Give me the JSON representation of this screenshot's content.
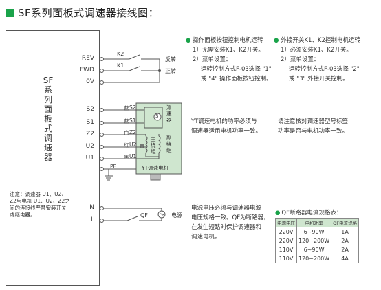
{
  "title": "SF系列面板式调速器接线图：",
  "controller": {
    "name": "SF系列面板式调速器",
    "note": "注意：调速器 U1、U2、Z2与电机 U1、U2、Z2之间的连接线严禁安装开关或继电器。"
  },
  "terminals": {
    "REV": "REV",
    "FWD": "FWD",
    "0V": "0V",
    "S2": "S2",
    "S1": "S1",
    "Z2": "Z2",
    "U2": "U2",
    "U1": "U1",
    "PE": "PE",
    "N": "N",
    "L": "L"
  },
  "wiring": {
    "k2": "K2",
    "k1": "K1",
    "reverse": "反转",
    "forward": "正转",
    "blue1": "蓝",
    "blue2": "蓝",
    "white": "白",
    "red": "红",
    "black": "黑",
    "motor_s2": "S2",
    "motor_s1": "S1",
    "motor_z2": "Z2",
    "motor_u2": "U2",
    "motor_u1": "U1",
    "tach_label": "测速器",
    "tach_symbol": "S",
    "main_winding": "主绕组",
    "aux_winding": "副绕组",
    "motor_label": "YT调速电机",
    "qf": "QF",
    "power": "电源"
  },
  "notes": {
    "panel": {
      "head": "操作面板按钮控制电机运转",
      "l1": "1）无需安装K1、K2开关。",
      "l2": "2）菜单设置：",
      "l3": "运转控制方式F-03选择 \"1\"",
      "l4": "或 \"4\" 操作面板按钮控制。"
    },
    "external": {
      "head": "外接开关K1、K2控制电机运转",
      "l1": "1）必须安装K1、K2开关。",
      "l2": "2）菜单设置：",
      "l3": "运转控制方式F-03选择 \"2\"",
      "l4": "或 \"3\" 外接开关控制。"
    },
    "motor_match": {
      "l1": "YT调速电机的功率必须与",
      "l2": "调速器适用电机功率一致。"
    },
    "check": {
      "l1": "请注意核对调速器型号标签",
      "l2": "功率是否与电机功率一致。"
    },
    "power": {
      "l1": "电源电压必须与调速器电源",
      "l2": "电压规格一致。QF为断路器，",
      "l3": "在发生短路时保护调速器和",
      "l4": "调速电机。"
    }
  },
  "qf_table": {
    "title": "QF断路器电流规格表：",
    "headers": [
      "电源电压",
      "电机功率",
      "QF电流规格"
    ],
    "rows": [
      [
        "220V",
        "6~90W",
        "1A"
      ],
      [
        "220V",
        "120~200W",
        "2A"
      ],
      [
        "110V",
        "6~90W",
        "2A"
      ],
      [
        "110V",
        "120~200W",
        "4A"
      ]
    ]
  },
  "colors": {
    "accent": "#1aa34a",
    "motor_fill": "#cfe6cf",
    "line": "#555555"
  }
}
